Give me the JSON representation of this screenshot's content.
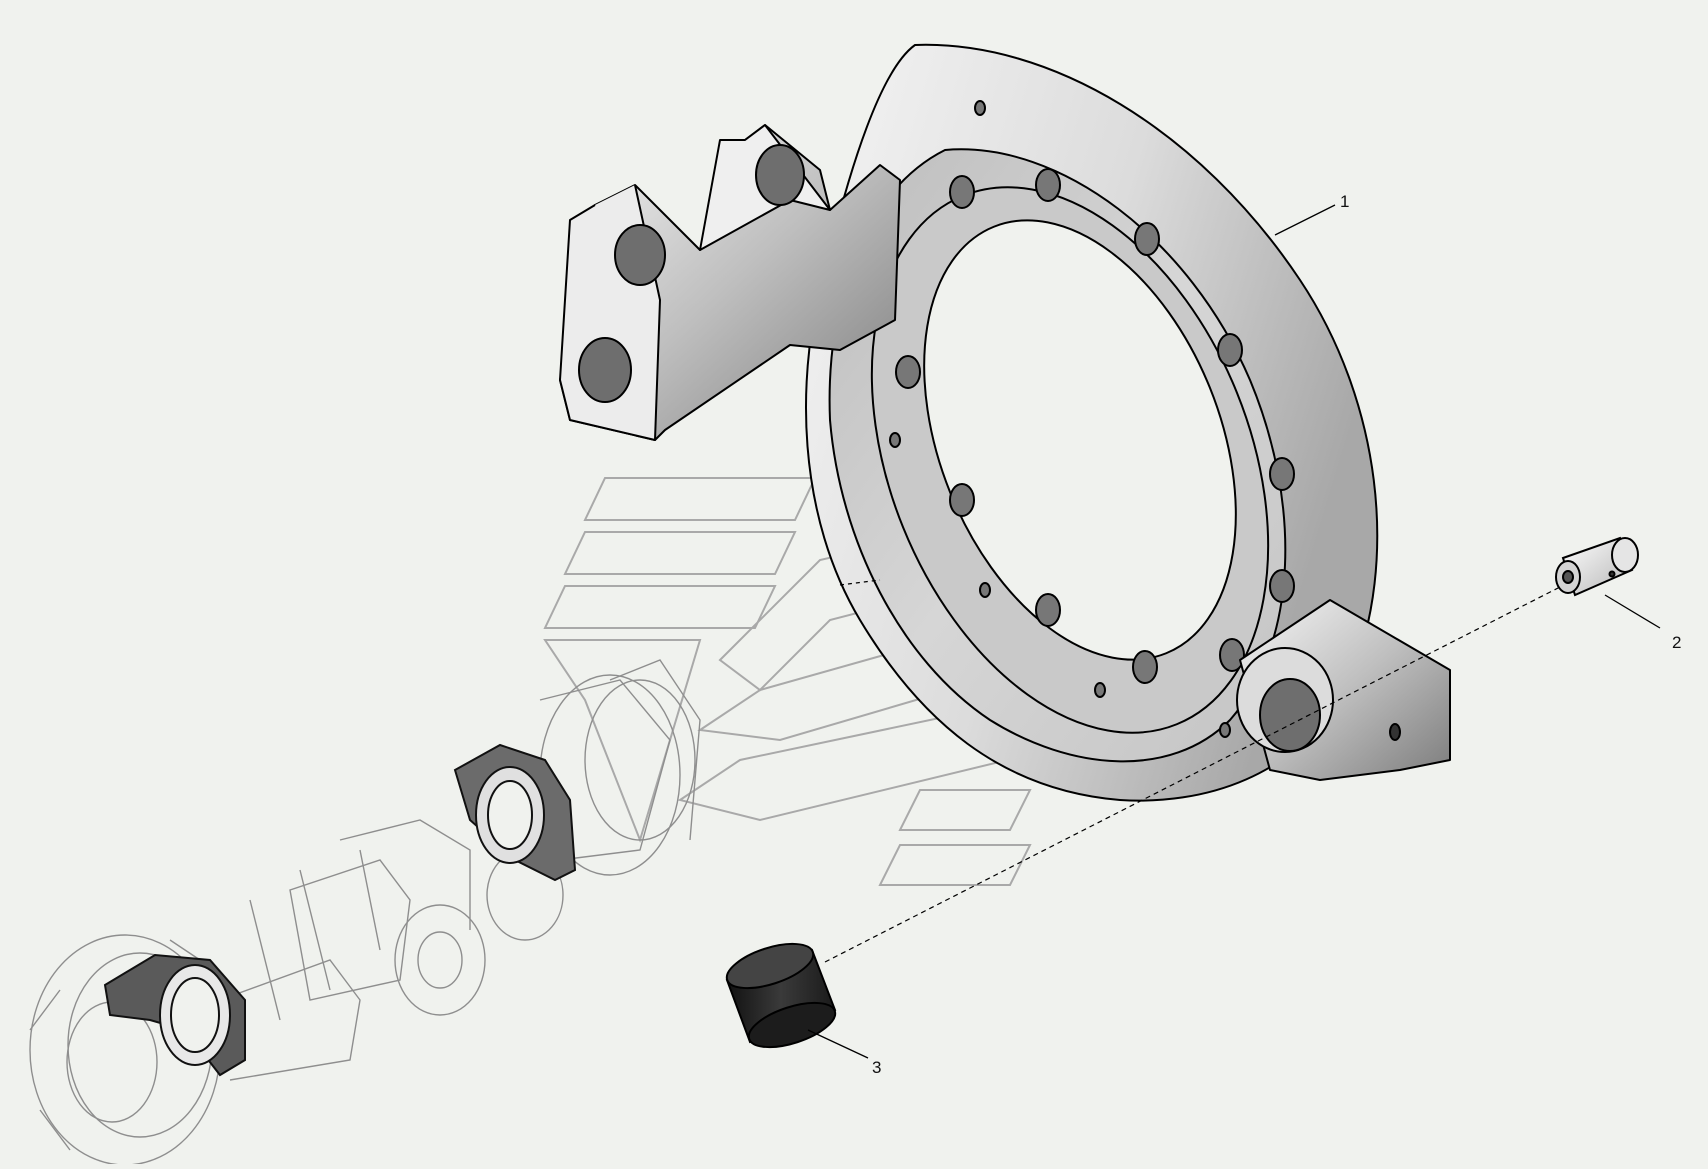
{
  "diagram": {
    "background": "#f0f2ee",
    "colors": {
      "line": "#000000",
      "ghost_line": "#9a9a9a",
      "part_light": "#e8e8e8",
      "part_mid": "#cfcfcf",
      "part_dark": "#8a8a8a",
      "bushing": "#2a2a2a"
    },
    "callouts": [
      {
        "id": "1",
        "label": "1",
        "part": "axle-bracket-housing"
      },
      {
        "id": "2",
        "label": "2",
        "part": "pin"
      },
      {
        "id": "3",
        "label": "3",
        "part": "bushing"
      }
    ],
    "watermark": "logo-watermark"
  }
}
